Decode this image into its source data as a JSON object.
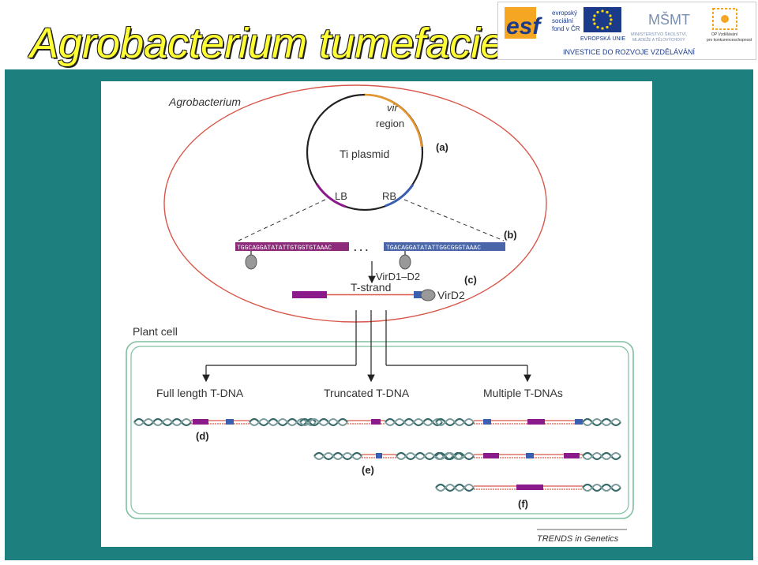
{
  "slide_title": "Agrobacterium tumefaciens",
  "logos": {
    "esf_mark": "esf",
    "esf_line1": "evropský",
    "esf_line2": "sociální",
    "esf_line3": "fond v ČR",
    "eu_label": "EVROPSKÁ UNIE",
    "msmt_mark": "MŠMT",
    "msmt_line1": "MINISTERSTVO ŠKOLSTVÍ,",
    "msmt_line2": "MLÁDEŽE A TĚLOVÝCHOVY",
    "op_line1": "OP Vzdělávání",
    "op_line2": "pro konkurenceschopnost",
    "banner": "INVESTICE DO ROZVOJE VZDĚLÁVÁNÍ"
  },
  "diagram": {
    "agrobacterium_label": "Agrobacterium",
    "plasmid_label": "Ti plasmid",
    "vir_label": "vir",
    "region_label": "region",
    "lb_label": "LB",
    "rb_label": "RB",
    "label_a": "(a)",
    "label_b": "(b)",
    "label_c": "(c)",
    "label_d": "(d)",
    "label_e": "(e)",
    "label_f": "(f)",
    "lb_sequence": "TGGCAGGATATATTGTGGTGTAAAC",
    "rb_sequence": "TGACAGGATATATTGGCGGGTAAAC",
    "dots": ". . .",
    "enzyme_label": "VirD1–D2",
    "tstrand_label": "T-strand",
    "vird2_label": "VirD2",
    "plant_cell_label": "Plant cell",
    "full_length_label": "Full length T-DNA",
    "truncated_label": "Truncated T-DNA",
    "multiple_label": "Multiple T-DNAs",
    "source_label": "TRENDS in Genetics"
  },
  "colors": {
    "teal": "#1e7f7f",
    "title": "#ffff33",
    "bacterium_outline": "#d9574a",
    "vir_region": "#e8962c",
    "lb_border": "#8b1a8b",
    "rb_border": "#3b5fb0",
    "plant_cell_outline": "#7fbf9f"
  }
}
